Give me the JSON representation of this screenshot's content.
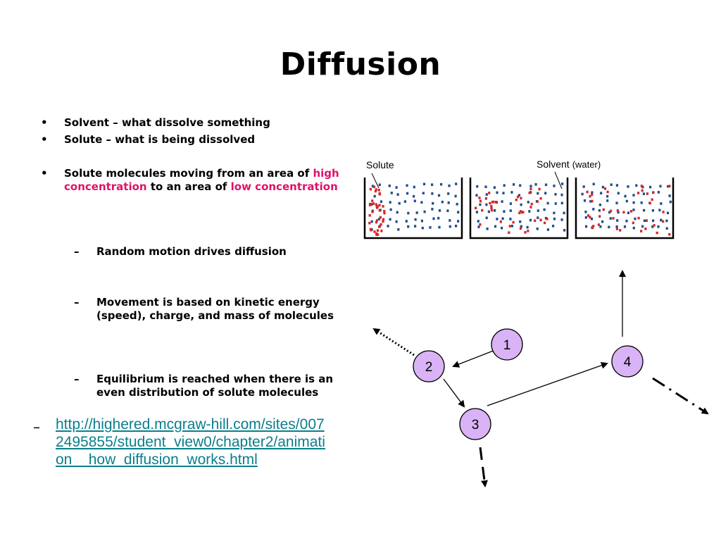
{
  "title": "Diffusion",
  "bullets": [
    {
      "text": "Solvent – what dissolve something"
    },
    {
      "text": "Solute – what is being dissolved"
    },
    {
      "pre": "Solute molecules moving from an area of ",
      "hl1": "high concentration",
      "mid": " to an area of ",
      "hl2": "low concentration"
    }
  ],
  "subbullets": [
    "Random motion drives diffusion",
    "Movement is based on kinetic energy (speed), charge, and mass of molecules",
    "Equilibrium is reached when there is an even distribution of solute molecules"
  ],
  "link": "http://highered.mcgraw-hill.com/sites/0072495855/student_view0/chapter2/animation__how_diffusion_works.html",
  "bullet_glyph": "•",
  "dash_glyph": "–",
  "figure": {
    "solute_label": "Solute",
    "solvent_label": "Solvent",
    "solvent_note": "(water)",
    "solute_color": "#d62828",
    "solvent_color": "#1f4e8c"
  },
  "nodes": [
    {
      "label": "1"
    },
    {
      "label": "2"
    },
    {
      "label": "3"
    },
    {
      "label": "4"
    }
  ],
  "node_color": "#d9b3f5"
}
